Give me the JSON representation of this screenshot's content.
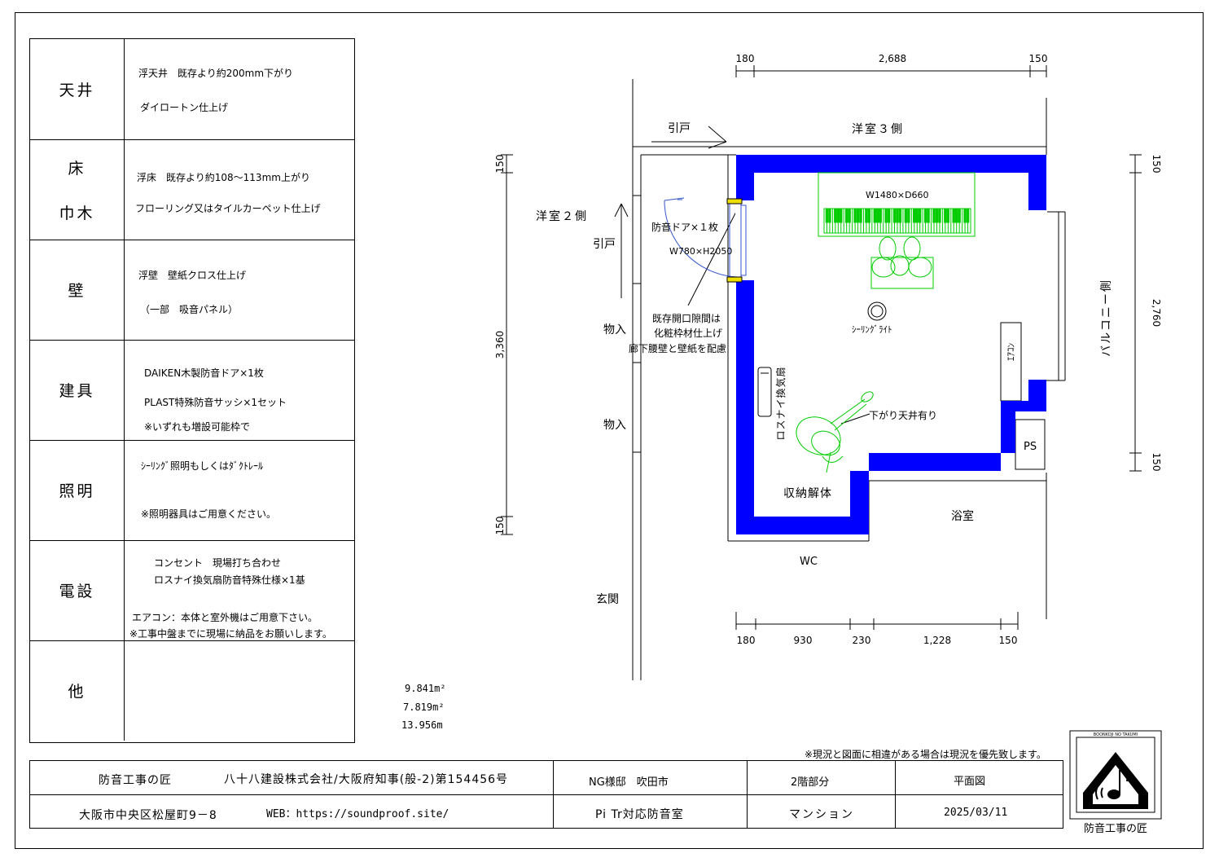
{
  "spec_table": [
    {
      "head": [
        "天井"
      ],
      "lines": [
        "浮天井　既存より約200mm下がり",
        "ダイロートン仕上げ"
      ]
    },
    {
      "head": [
        "床",
        "巾木"
      ],
      "lines": [
        "浮床　既存より約108～113mm上がり",
        "フローリング又はタイルカーペット仕上げ"
      ]
    },
    {
      "head": [
        "壁"
      ],
      "lines": [
        "浮壁　壁紙クロス仕上げ",
        "（一部　吸音パネル）"
      ]
    },
    {
      "head": [
        "建具"
      ],
      "lines": [
        "DAIKEN木製防音ドア×1枚",
        "PLAST特殊防音サッシ×1セット",
        "※いずれも増設可能枠で"
      ]
    },
    {
      "head": [
        "照明"
      ],
      "lines": [
        "ｼｰﾘﾝｸﾞ照明もしくはﾀﾞｸﾄﾚｰﾙ",
        "※照明器具はご用意ください。"
      ]
    },
    {
      "head": [
        "電設"
      ],
      "lines": [
        "コンセント　現場打ち合わせ",
        "ロスナイ換気扇防音特殊仕様×1基",
        "エアコン：本体と室外機はご用意下さい。",
        "※工事中盤までに現場に納品をお願いします。"
      ]
    },
    {
      "head": [
        "他"
      ],
      "lines": []
    }
  ],
  "areas": [
    "9.841m²",
    "7.819m²",
    "13.956m"
  ],
  "plan": {
    "dims_top": [
      "180",
      "2,688",
      "150"
    ],
    "dims_left": [
      "150",
      "3,360",
      "150"
    ],
    "dims_right": [
      "150",
      "2,760",
      "150"
    ],
    "dims_bottom": [
      "180",
      "930",
      "230",
      "1,228",
      "150"
    ],
    "labels": {
      "sliding_top": "引戸",
      "room3": "洋室３側",
      "room2": "洋室２側",
      "sliding_left": "引戸",
      "door1": "防音ドア×１枚",
      "door2": "W780×H2050",
      "storage1": "物入",
      "storage2": "物入",
      "opening1": "既存開口隙間は",
      "opening2": "化粧枠材仕上げ",
      "opening3": "廊下腰壁と壁紙を配慮",
      "piano": "W1480×D660",
      "ceiling_light": "ｼｰﾘﾝｸﾞﾗｲﾄ",
      "aircon": "ｴｱｺﾝ",
      "lossnay": "ロスナイ換気扇",
      "lowered": "下がり天井有り",
      "ps": "PS",
      "storage_demo": "収納解体",
      "bath": "浴室",
      "wc": "WC",
      "entrance": "玄関",
      "balcony": "バルコニー側"
    }
  },
  "disclaimer": "※現況と図面に相違がある場合は現況を優先致します。",
  "title_block": {
    "brand": "防音工事の匠",
    "company": "八十八建設株式会社/大阪府知事(般-2)第154456号",
    "client": "NG様邸　吹田市",
    "floor": "2階部分",
    "drawing": "平面図",
    "address": "大阪市中央区松屋町9－8",
    "web": "WEB：https://soundproof.site/",
    "spec": "Pi Tr対応防音室",
    "building": "マンション",
    "date": "2025/03/11"
  },
  "logo": {
    "text": "防音工事の匠",
    "ring_text": "BOONKOJI NO TAKUMI"
  },
  "colors": {
    "wall": "#0000ff",
    "furniture": "#00cc00",
    "door": "#3355cc",
    "line": "#000000"
  }
}
